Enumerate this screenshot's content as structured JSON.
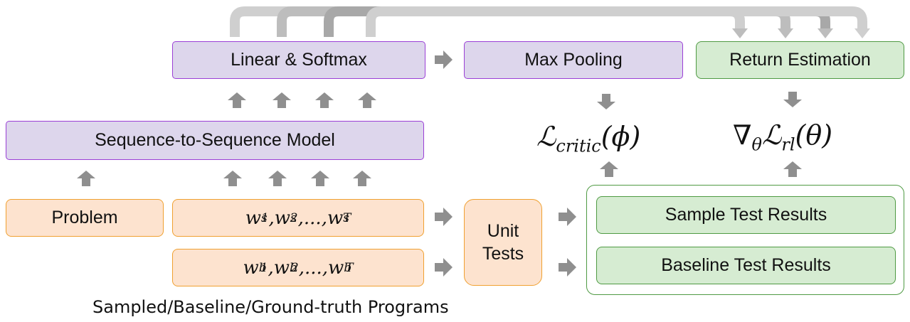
{
  "nodes": {
    "linear_softmax": "Linear & Softmax",
    "max_pooling": "Max Pooling",
    "return_estimation": "Return Estimation",
    "seq2seq": "Sequence-to-Sequence Model",
    "problem": "Problem",
    "unit_tests_line1": "Unit",
    "unit_tests_line2": "Tests",
    "sample_results": "Sample Test Results",
    "baseline_results": "Baseline Test Results"
  },
  "programs": {
    "sample": {
      "var": "w",
      "sup": "s",
      "sub1": "1",
      "sub2": "2",
      "subT": "T",
      "sep": ", ",
      "dots": "..."
    },
    "baseline": {
      "var": "w",
      "sup": "b",
      "sub1": "1",
      "sub2": "2",
      "subT": "T",
      "sep": ", ",
      "dots": "..."
    }
  },
  "losses": {
    "critic": {
      "symbol": "ℒ",
      "sub": "critic",
      "arg": "(ϕ)"
    },
    "rl": {
      "nabla": "∇",
      "nabla_sub": "θ",
      "symbol": "ℒ",
      "sub": "rl",
      "arg": "(θ)"
    }
  },
  "caption": "Sampled/Baseline/Ground-truth Programs",
  "colors": {
    "arrow": "#8f8f8f",
    "arrow_light": "#c6c6c6",
    "purple_fill": "#ddd6ec",
    "purple_border": "#9b3fd6",
    "orange_fill": "#fde3cf",
    "orange_border": "#f0a030",
    "green_fill": "#d6ecd2",
    "green_border": "#4f9a43"
  }
}
